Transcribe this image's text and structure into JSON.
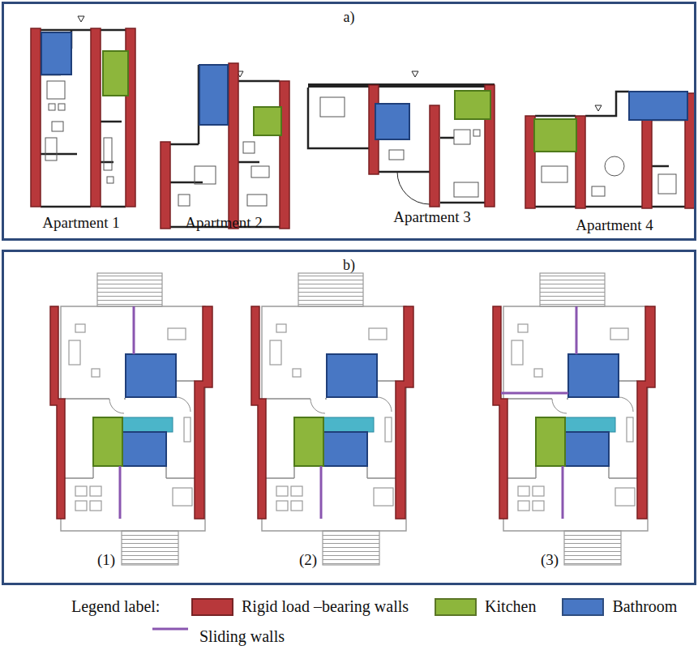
{
  "diagram": {
    "nodes": [
      {
        "text": [
          "a)"
        ]
      },
      {
        "text": [
          "b)"
        ]
      }
    ],
    "labels": [
      "Apartment 1",
      "Apartment 2",
      "Apartment 3",
      "Apartment 4",
      "(1)",
      "(2)",
      "(3)",
      "Legend label:"
    ],
    "legend": [
      {
        "text": "Rigid load –bearing walls",
        "color": "#b8383b"
      },
      {
        "text": "Kitchen",
        "color": "#8db63c"
      },
      {
        "text": "Bathroom",
        "color": "#4877c4"
      },
      {
        "text": "Sliding walls"
      }
    ]
  }
}
